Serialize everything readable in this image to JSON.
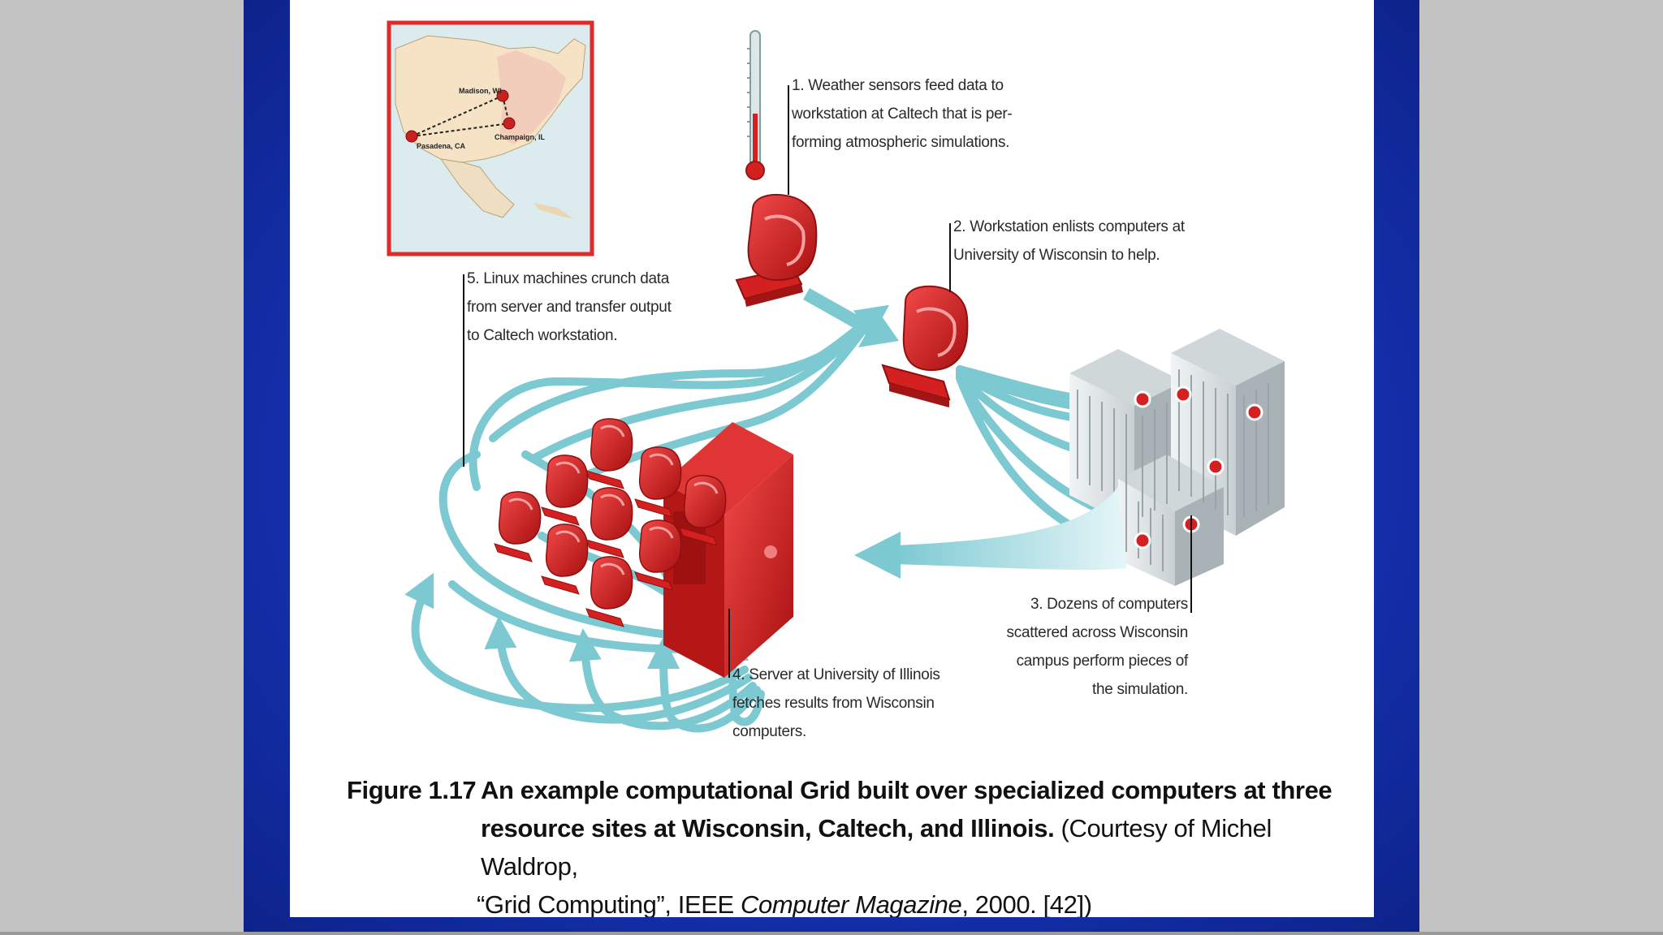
{
  "map_labels": {
    "madison": "Madison, WI",
    "champaign": "Champaign, IL",
    "pasadena": "Pasadena, CA"
  },
  "callouts": {
    "c1": "1. Weather sensors feed data to\nworkstation at Caltech that is per-\nforming atmospheric simulations.",
    "c2": "2. Workstation enlists computers at\nUniversity of Wisconsin to help.",
    "c3": "3. Dozens of computers\nscattered across Wisconsin\ncampus perform pieces of\nthe simulation.",
    "c4": "4. Server at University of Illinois\nfetches results from Wisconsin\ncomputers.",
    "c5": "5. Linux machines crunch data\nfrom server and transfer output\nto Caltech workstation."
  },
  "caption": {
    "number": "Figure 1.17",
    "line1": "An example computational Grid built over specialized computers at three",
    "line2_bold": "resource  sites at Wisconsin, Caltech, and Illinois.",
    "line2_rest": "  (Courtesy of Michel Waldrop,",
    "line3_a": "“Grid Computing”, IEEE ",
    "line3_italic": "Computer Magazine",
    "line3_b": ", 2000. [42])"
  },
  "colors": {
    "machine_red": "#d42020",
    "arrow_teal": "#7cc9d2",
    "slide_blue": "#1a37c0",
    "map_border": "#e02a2a"
  }
}
